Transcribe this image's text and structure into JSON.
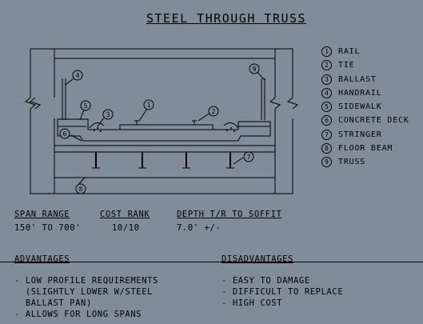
{
  "title": "STEEL THROUGH TRUSS",
  "legend": [
    {
      "num": "1",
      "label": "RAIL"
    },
    {
      "num": "2",
      "label": "TIE"
    },
    {
      "num": "3",
      "label": "BALLAST"
    },
    {
      "num": "4",
      "label": "HANDRAIL"
    },
    {
      "num": "5",
      "label": "SIDEWALK"
    },
    {
      "num": "6",
      "label": "CONCRETE DECK"
    },
    {
      "num": "7",
      "label": "STRINGER"
    },
    {
      "num": "8",
      "label": "FLOOR BEAM"
    },
    {
      "num": "9",
      "label": "TRUSS"
    }
  ],
  "specs": {
    "span_range_label": "SPAN RANGE",
    "span_range_value": "150' TO 700'",
    "cost_rank_label": "COST RANK",
    "cost_rank_value": "10/10",
    "depth_label": "DEPTH T/R TO SOFFIT",
    "depth_value": "7.0' +/-"
  },
  "advantages": {
    "heading": "ADVANTAGES",
    "items": [
      "- LOW PROFILE REQUIREMENTS",
      "  (SLIGHTLY LOWER W/STEEL",
      "  BALLAST PAN)",
      "- ALLOWS FOR LONG SPANS"
    ]
  },
  "disadvantages": {
    "heading": "DISADVANTAGES",
    "items": [
      "- EASY TO DAMAGE",
      "- DIFFICULT TO REPLACE",
      "- HIGH COST"
    ]
  },
  "callouts": [
    "1",
    "2",
    "3",
    "4",
    "5",
    "6",
    "7",
    "8",
    "9"
  ]
}
